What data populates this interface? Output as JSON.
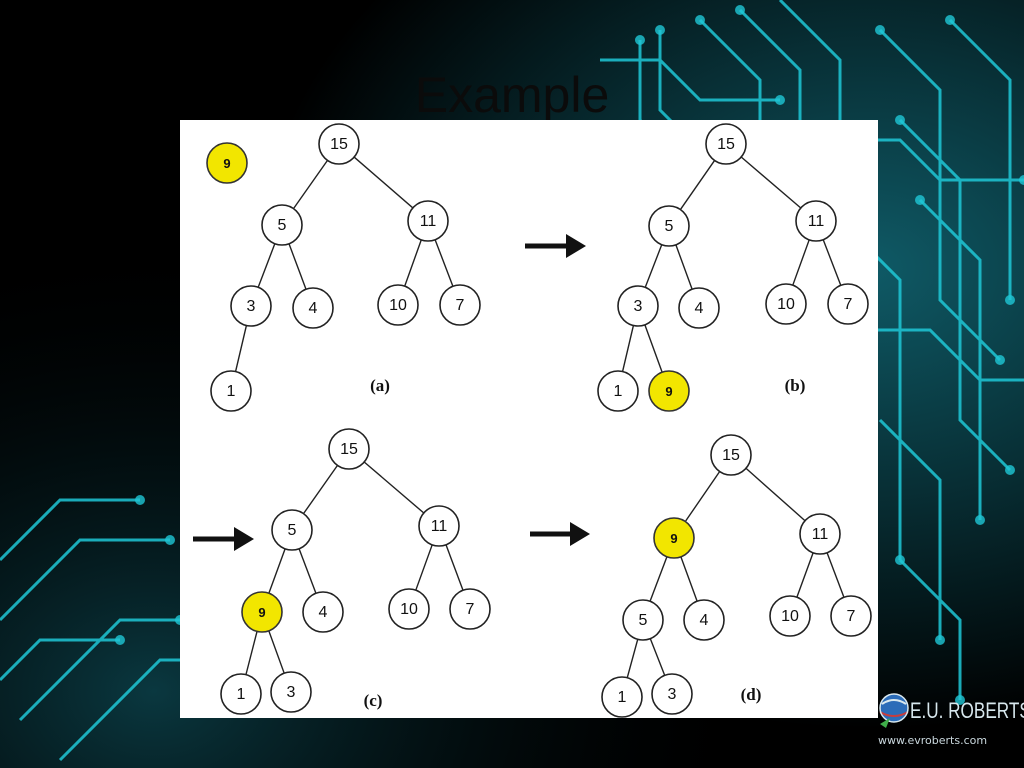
{
  "slide": {
    "title": "Example"
  },
  "diagrams": [
    {
      "label": "(a)",
      "nodes": [
        {
          "id": "15",
          "text": "15",
          "hl": false
        },
        {
          "id": "5",
          "text": "5",
          "hl": false
        },
        {
          "id": "11",
          "text": "11",
          "hl": false
        },
        {
          "id": "3",
          "text": "3",
          "hl": false
        },
        {
          "id": "4",
          "text": "4",
          "hl": false
        },
        {
          "id": "10",
          "text": "10",
          "hl": false
        },
        {
          "id": "7",
          "text": "7",
          "hl": false
        },
        {
          "id": "1",
          "text": "1",
          "hl": false
        },
        {
          "id": "9",
          "text": "9",
          "hl": true
        }
      ],
      "edges": [
        [
          "15",
          "5"
        ],
        [
          "15",
          "11"
        ],
        [
          "5",
          "3"
        ],
        [
          "5",
          "4"
        ],
        [
          "11",
          "10"
        ],
        [
          "11",
          "7"
        ],
        [
          "3",
          "1"
        ]
      ]
    },
    {
      "label": "(b)",
      "nodes": [
        {
          "id": "15",
          "text": "15",
          "hl": false
        },
        {
          "id": "5",
          "text": "5",
          "hl": false
        },
        {
          "id": "11",
          "text": "11",
          "hl": false
        },
        {
          "id": "3",
          "text": "3",
          "hl": false
        },
        {
          "id": "4",
          "text": "4",
          "hl": false
        },
        {
          "id": "10",
          "text": "10",
          "hl": false
        },
        {
          "id": "7",
          "text": "7",
          "hl": false
        },
        {
          "id": "1",
          "text": "1",
          "hl": false
        },
        {
          "id": "9",
          "text": "9",
          "hl": true
        }
      ],
      "edges": [
        [
          "15",
          "5"
        ],
        [
          "15",
          "11"
        ],
        [
          "5",
          "3"
        ],
        [
          "5",
          "4"
        ],
        [
          "11",
          "10"
        ],
        [
          "11",
          "7"
        ],
        [
          "3",
          "1"
        ],
        [
          "3",
          "9"
        ]
      ]
    },
    {
      "label": "(c)",
      "nodes": [
        {
          "id": "15",
          "text": "15",
          "hl": false
        },
        {
          "id": "5",
          "text": "5",
          "hl": false
        },
        {
          "id": "11",
          "text": "11",
          "hl": false
        },
        {
          "id": "9",
          "text": "9",
          "hl": true
        },
        {
          "id": "4",
          "text": "4",
          "hl": false
        },
        {
          "id": "10",
          "text": "10",
          "hl": false
        },
        {
          "id": "7",
          "text": "7",
          "hl": false
        },
        {
          "id": "1",
          "text": "1",
          "hl": false
        },
        {
          "id": "3",
          "text": "3",
          "hl": false
        }
      ],
      "edges": [
        [
          "15",
          "5"
        ],
        [
          "15",
          "11"
        ],
        [
          "5",
          "9"
        ],
        [
          "5",
          "4"
        ],
        [
          "11",
          "10"
        ],
        [
          "11",
          "7"
        ],
        [
          "9",
          "1"
        ],
        [
          "9",
          "3"
        ]
      ]
    },
    {
      "label": "(d)",
      "nodes": [
        {
          "id": "15",
          "text": "15",
          "hl": false
        },
        {
          "id": "9",
          "text": "9",
          "hl": true
        },
        {
          "id": "11",
          "text": "11",
          "hl": false
        },
        {
          "id": "5",
          "text": "5",
          "hl": false
        },
        {
          "id": "4",
          "text": "4",
          "hl": false
        },
        {
          "id": "10",
          "text": "10",
          "hl": false
        },
        {
          "id": "7",
          "text": "7",
          "hl": false
        },
        {
          "id": "1",
          "text": "1",
          "hl": false
        },
        {
          "id": "3",
          "text": "3",
          "hl": false
        }
      ],
      "edges": [
        [
          "15",
          "9"
        ],
        [
          "15",
          "11"
        ],
        [
          "9",
          "5"
        ],
        [
          "9",
          "4"
        ],
        [
          "11",
          "10"
        ],
        [
          "11",
          "7"
        ],
        [
          "5",
          "1"
        ],
        [
          "5",
          "3"
        ]
      ]
    }
  ],
  "colors": {
    "highlight": "#f2e600",
    "circuit": "#1fc7d6",
    "background": "#000000"
  },
  "logo": {
    "name": "E.U. ROBERTS",
    "url": "www.evroberts.com"
  }
}
